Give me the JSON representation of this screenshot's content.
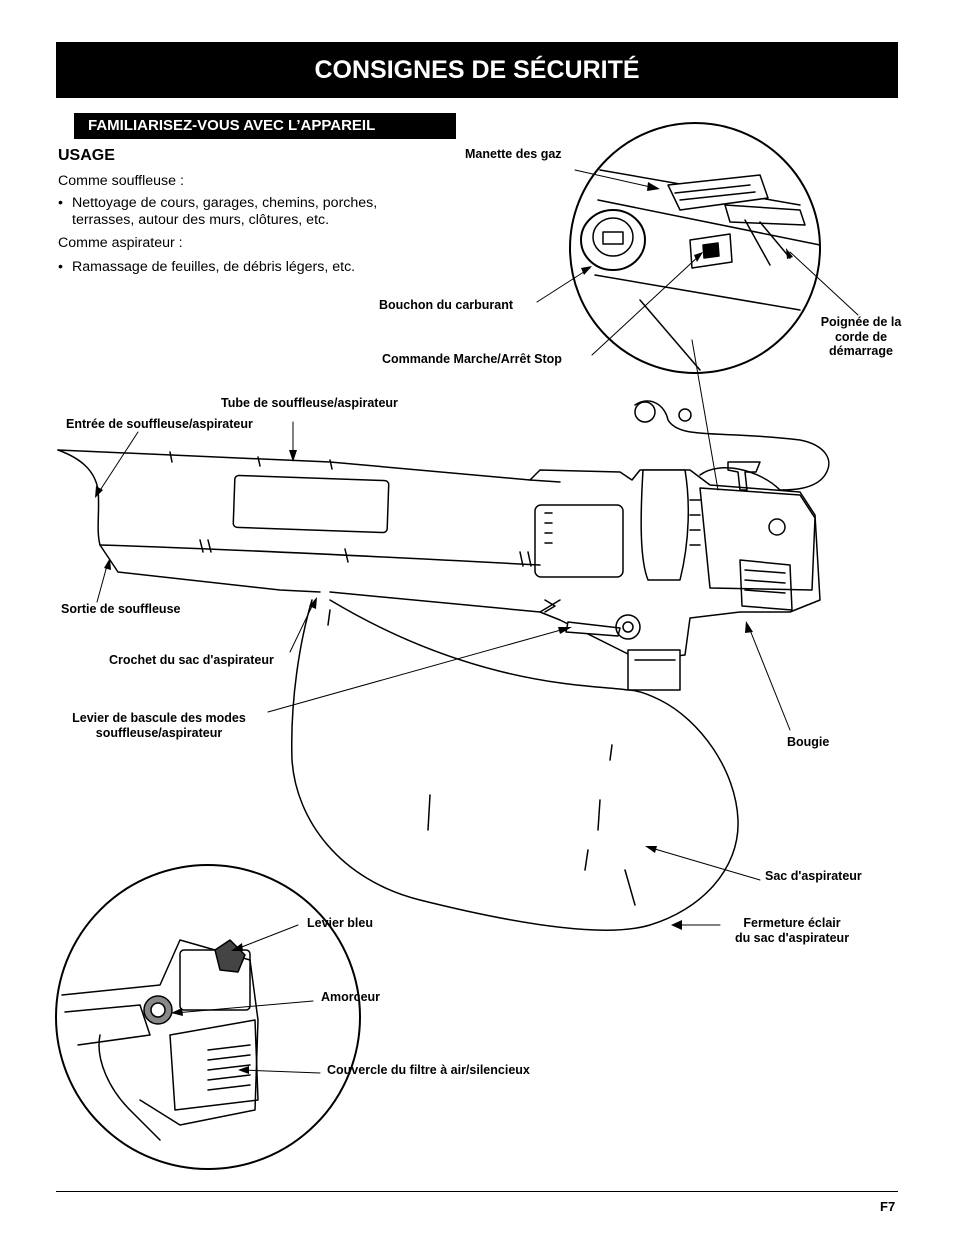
{
  "header": {
    "title": "CONSIGNES DE SÉCURITÉ"
  },
  "section": {
    "tag": "FAMILIARISEZ-VOUS AVEC L’APPAREIL",
    "usage_title": "USAGE",
    "blower_intro": "Comme souffleuse :",
    "blower_bullet_line1": "Nettoyage de cours, garages, chemins, porches,",
    "blower_bullet_line2": "terrasses, autour des murs, clôtures, etc.",
    "vacuum_intro": "Comme aspirateur :",
    "vacuum_bullet": "Ramassage de feuilles, de débris légers, etc.",
    "bullet_char": "•"
  },
  "labels": {
    "throttle": "Manette des gaz",
    "fuel_cap": "Bouchon du carburant",
    "on_off": "Commande Marche/Arrêt Stop",
    "starter_line1": "Poignée de la",
    "starter_line2": "corde de",
    "starter_line3": "démarrage",
    "tube": "Tube de souffleuse/aspirateur",
    "inlet": "Entrée de souffleuse/aspirateur",
    "outlet": "Sortie de souffleuse",
    "bag_hook": "Crochet du sac d'aspirateur",
    "mode_lever_line1": "Levier de bascule des modes",
    "mode_lever_line2": "souffleuse/aspirateur",
    "spark_plug": "Bougie",
    "bag": "Sac d'aspirateur",
    "zipper_line1": "Fermeture éclair",
    "zipper_line2": "du sac d'aspirateur",
    "blue_lever": "Levier bleu",
    "primer": "Amorceur",
    "air_filter": "Couvercle du filtre à air/silencieux"
  },
  "footer": {
    "page": "F7"
  }
}
